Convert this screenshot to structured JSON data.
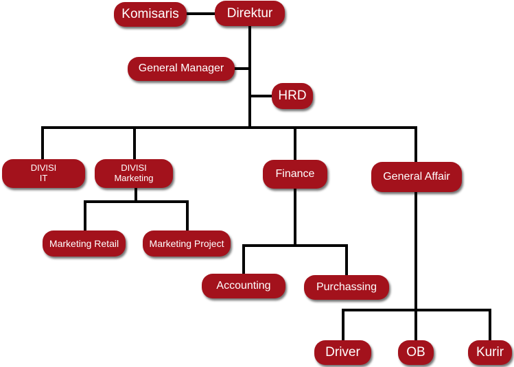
{
  "org_chart": {
    "nodes": {
      "komisaris": "Komisaris",
      "direktur": "Direktur",
      "general_manager": "General Manager",
      "hrd": "HRD",
      "divisi_it": [
        "DIVISI",
        "IT"
      ],
      "divisi_marketing": [
        "DIVISI",
        "Marketing"
      ],
      "finance": "Finance",
      "general_affair": "General Affair",
      "marketing_retail": "Marketing Retail",
      "marketing_project": "Marketing Project",
      "accounting": "Accounting",
      "purchassing": "Purchassing",
      "driver": "Driver",
      "ob": "OB",
      "kurir": "Kurir"
    },
    "colors": {
      "node_fill": "#a3121c",
      "node_text": "#ffffff",
      "connector": "#000000"
    }
  }
}
